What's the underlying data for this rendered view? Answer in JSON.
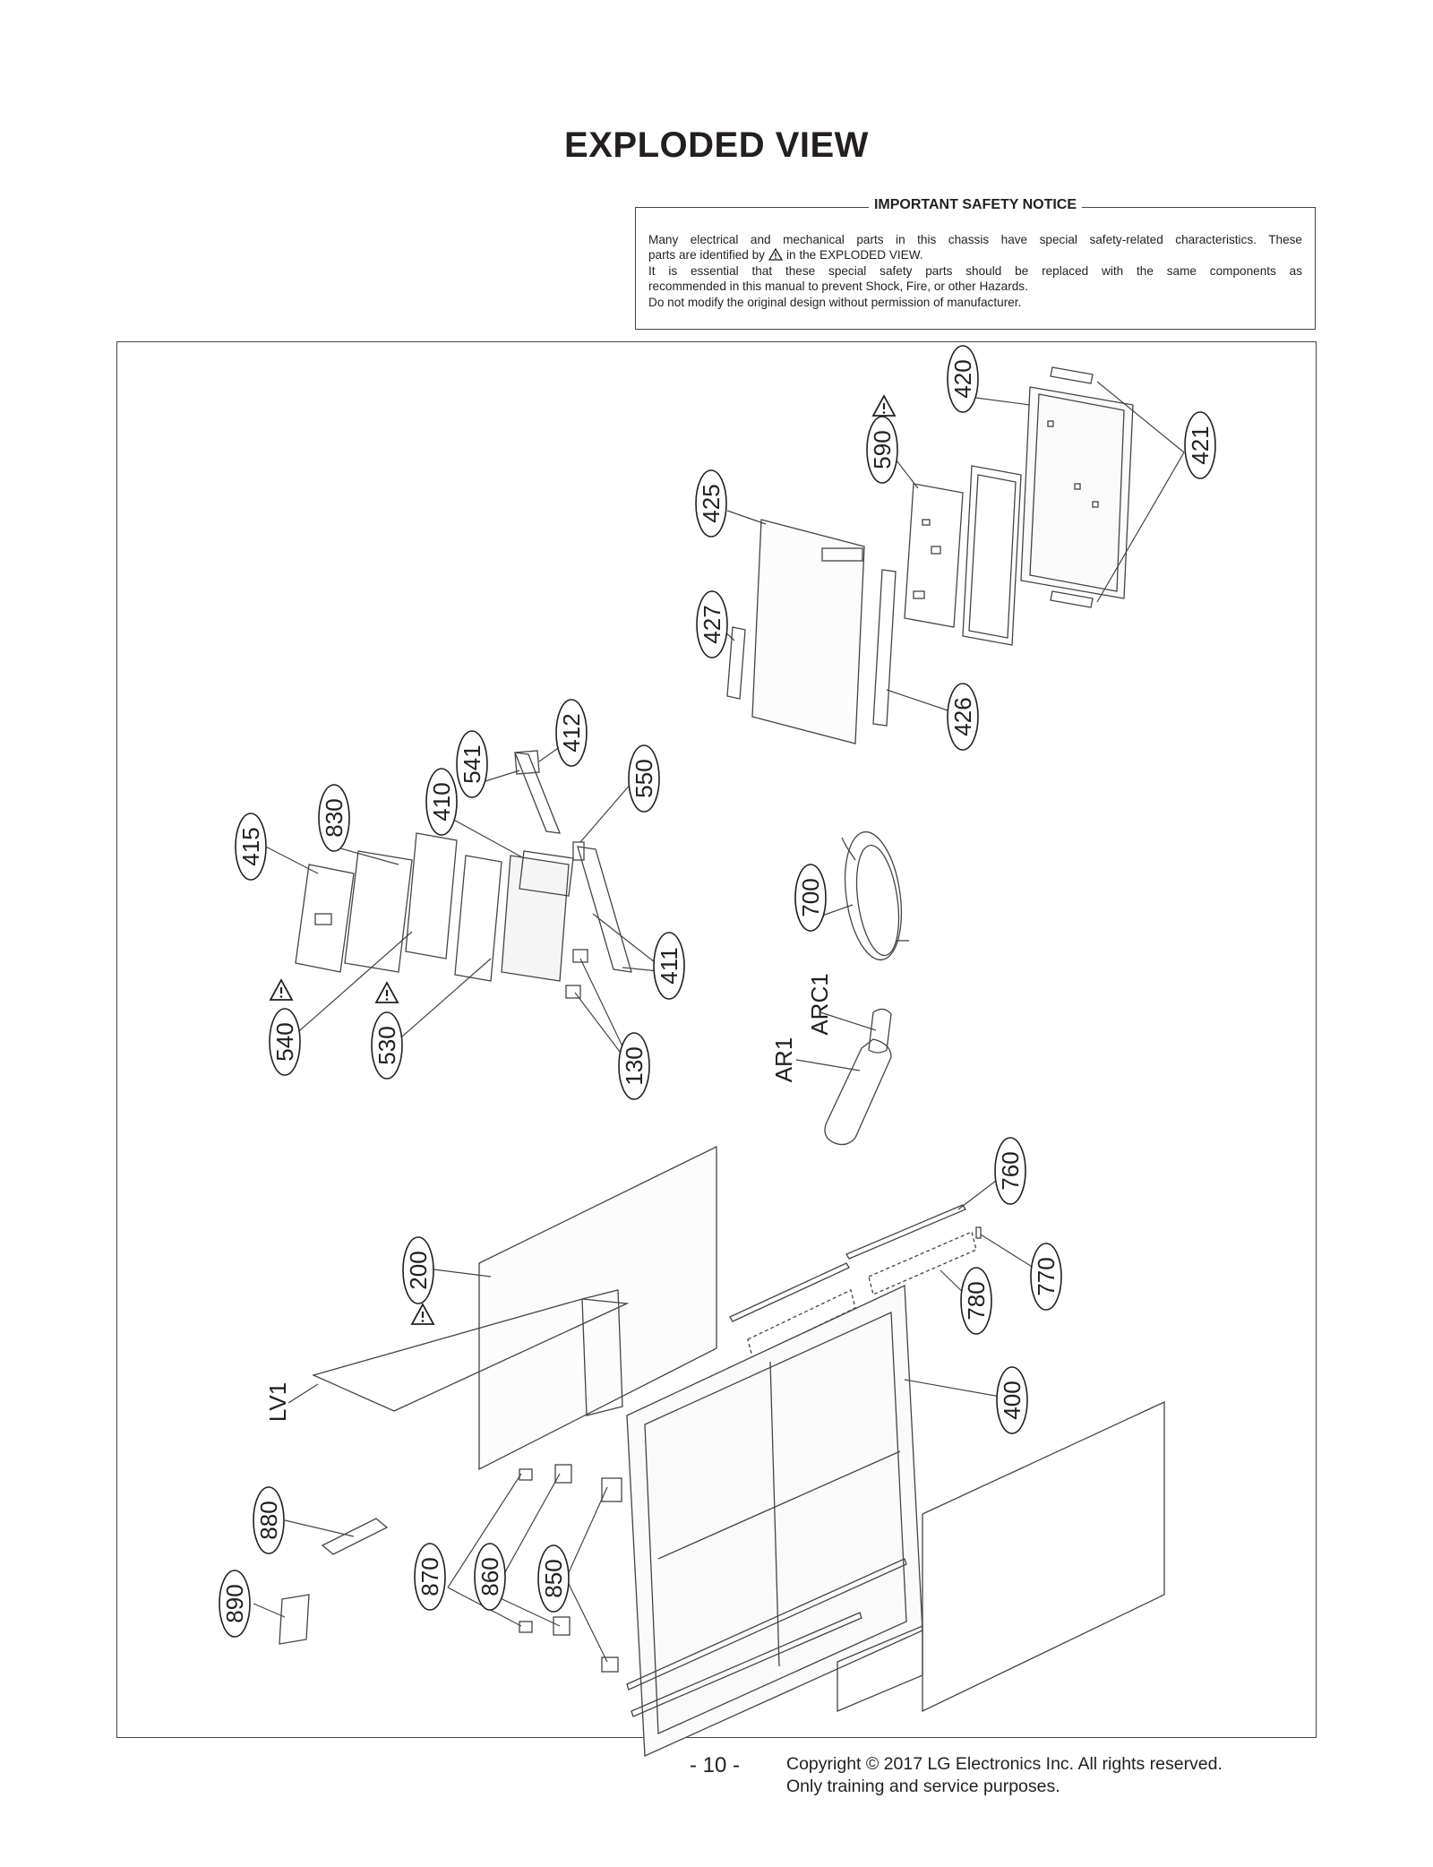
{
  "page": {
    "title": "EXPLODED VIEW",
    "page_number": "- 10 -",
    "copyright_line1": "Copyright © 2017 LG Electronics Inc. All rights reserved.",
    "copyright_line2": "Only training and service purposes."
  },
  "notice": {
    "heading": "IMPORTANT SAFETY NOTICE",
    "line1": "Many electrical and mechanical parts in this chassis have special safety-related characteristics. These",
    "line2a": "parts are identified by",
    "line2b": "in the EXPLODED VIEW.",
    "line3": "It is essential that these special safety parts should be replaced with the same components as",
    "line4": "recommended in this manual to prevent Shock, Fire, or other Hazards.",
    "line5": "Do not modify the original design without permission of manufacturer."
  },
  "callouts": [
    {
      "id": "c420",
      "label": "420"
    },
    {
      "id": "c421",
      "label": "421"
    },
    {
      "id": "c590",
      "label": "590"
    },
    {
      "id": "c425",
      "label": "425"
    },
    {
      "id": "c427",
      "label": "427"
    },
    {
      "id": "c426",
      "label": "426"
    },
    {
      "id": "c412",
      "label": "412"
    },
    {
      "id": "c541",
      "label": "541"
    },
    {
      "id": "c550",
      "label": "550"
    },
    {
      "id": "c410",
      "label": "410"
    },
    {
      "id": "c830",
      "label": "830"
    },
    {
      "id": "c415",
      "label": "415"
    },
    {
      "id": "c411",
      "label": "411"
    },
    {
      "id": "c540",
      "label": "540"
    },
    {
      "id": "c530",
      "label": "530"
    },
    {
      "id": "c130",
      "label": "130"
    },
    {
      "id": "c700",
      "label": "700"
    },
    {
      "id": "cARC1",
      "label": "ARC1"
    },
    {
      "id": "cAR1",
      "label": "AR1"
    },
    {
      "id": "c760",
      "label": "760"
    },
    {
      "id": "c770",
      "label": "770"
    },
    {
      "id": "c780",
      "label": "780"
    },
    {
      "id": "c200",
      "label": "200"
    },
    {
      "id": "c400",
      "label": "400"
    },
    {
      "id": "cLV1",
      "label": "LV1"
    },
    {
      "id": "c880",
      "label": "880"
    },
    {
      "id": "c890",
      "label": "890"
    },
    {
      "id": "c870",
      "label": "870"
    },
    {
      "id": "c860",
      "label": "860"
    },
    {
      "id": "c850",
      "label": "850"
    }
  ],
  "colors": {
    "ink": "#231f20",
    "line": "#444444"
  }
}
